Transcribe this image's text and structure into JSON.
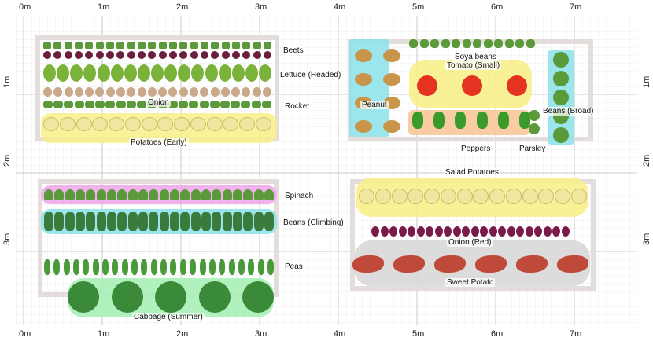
{
  "rulers": {
    "top_marks": [
      "0m",
      "1m",
      "2m",
      "3m",
      "4m",
      "5m",
      "6m",
      "7m"
    ],
    "bottom_marks": [
      "0m",
      "1m",
      "2m",
      "3m",
      "4m",
      "5m",
      "6m",
      "7m"
    ],
    "left_marks": [
      "1m",
      "2m",
      "3m"
    ],
    "right_marks": [
      "1m",
      "2m",
      "3m"
    ]
  },
  "beds": [
    {
      "id": "bed-a",
      "plants": [
        "Beets",
        "Lettuce (Headed)",
        "Onion",
        "Rocket",
        "Potatoes (Early)"
      ]
    },
    {
      "id": "bed-b",
      "plants": [
        "Soya beans",
        "Tomato (Small)",
        "Peanut",
        "Beans (Broad)",
        "Peppers",
        "Parsley"
      ]
    },
    {
      "id": "bed-c",
      "plants": [
        "Spinach",
        "Beans (Climbing)",
        "Peas",
        "Cabbage (Summer)"
      ]
    },
    {
      "id": "bed-d",
      "plants": [
        "Salad Potatoes",
        "Onion (Red)",
        "Sweet Potato"
      ]
    }
  ],
  "colors": {
    "grid_minor": "#efefef",
    "grid_major": "#c8c8c8",
    "bed_frame": "#e3dedb",
    "potatoes_band": "#f7f08a",
    "peanut_band": "#8fe3ea",
    "tomato_band": "#f7f08a",
    "peppers_band": "#f8c79a",
    "broad_beans_band": "#8fe3ea",
    "spinach_band": "#f0a8ea",
    "climbing_band": "#8fe3ea",
    "cabbage_band": "#a8f0b6",
    "salad_potatoes_band": "#f7f08a",
    "sweet_potato_band": "#d8d8d8",
    "onion_red": "#7a1a4a",
    "beet_purple": "#6a1f3f",
    "lettuce_green": "#7bb33a",
    "onion_tan": "#c9a98a",
    "rocket_green": "#5a9a3a",
    "potato_yellow": "#efe6a0",
    "tomato_red": "#e53322",
    "pepper_green": "#3a9a2a",
    "peanut_tan": "#c8954a",
    "sweet_potato": "#c04a3a",
    "cabbage_green": "#3a8a3a",
    "peas_green": "#4a9a3a"
  }
}
